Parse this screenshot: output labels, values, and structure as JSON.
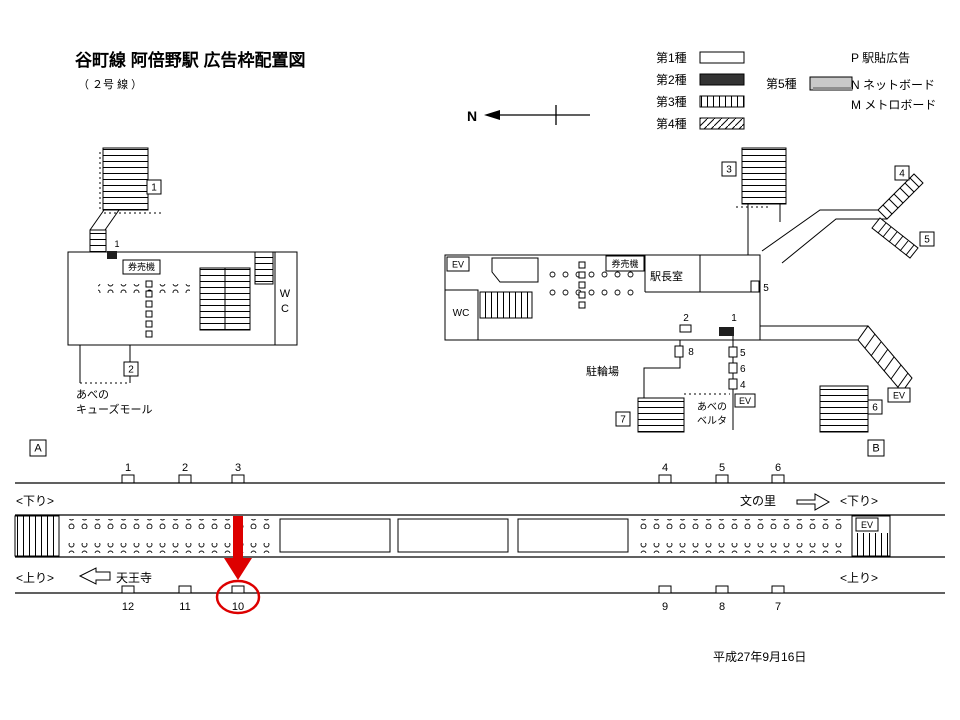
{
  "title": "谷町線 阿倍野駅 広告枠配置図",
  "subtitle": "（ ２号 線 ）",
  "compass_label": "N",
  "legend": {
    "type1": "第1種",
    "type2": "第2種",
    "type3": "第3種",
    "type4": "第4種",
    "type5": "第5種",
    "poster": "P 駅貼広告",
    "netboard": "N ネットボード",
    "metroboard": "M メトロボード"
  },
  "left_map": {
    "exit1": "1",
    "exit2": "2",
    "ad1": "1",
    "ticket": "券売機",
    "wc_w": "W",
    "wc_c": "C",
    "mall_line1": "あべの",
    "mall_line2": "キューズモール"
  },
  "right_map": {
    "exit3": "3",
    "exit4": "4",
    "exit5": "5",
    "exit6": "6",
    "exit7": "7",
    "ev_top": "EV",
    "ev_mid": "EV",
    "ev_right": "EV",
    "wc": "WC",
    "ticket": "券売機",
    "office": "駅長室",
    "bicycle": "駐輪場",
    "belta_line1": "あべの",
    "belta_line2": "ベルタ",
    "ad1": "1",
    "ad2": "2",
    "ad4": "4",
    "ad5": "5",
    "ad5_right": "5",
    "ad6": "6",
    "ad8": "8"
  },
  "platform": {
    "marker_a": "A",
    "marker_b": "B",
    "top_positions": [
      "1",
      "2",
      "3",
      "4",
      "5",
      "6"
    ],
    "bottom_positions": [
      "12",
      "11",
      "10",
      "9",
      "8",
      "7"
    ],
    "down_left": "<下り>",
    "down_right": "<下り>",
    "up_left": "<上り>",
    "up_right": "<上り>",
    "tennoji": "天王寺",
    "fuminosato": "文の里",
    "ev": "EV"
  },
  "date": "平成27年9月16日",
  "colors": {
    "highlight": "#dd0000"
  }
}
